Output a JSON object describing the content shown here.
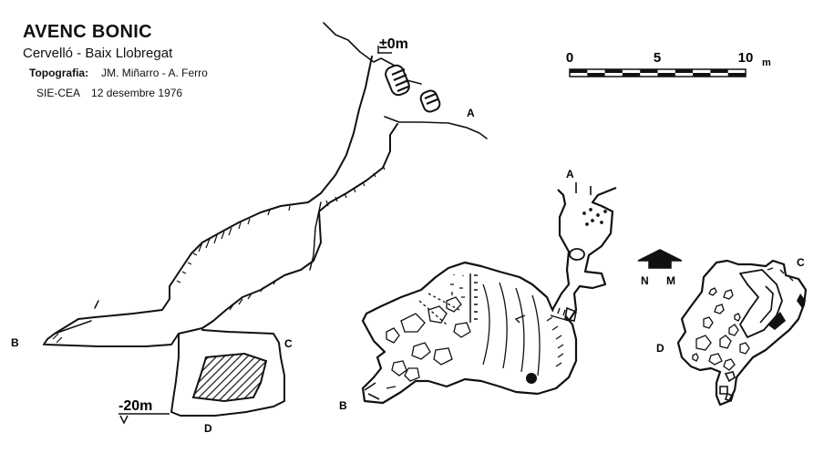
{
  "header": {
    "title": "AVENC BONIC",
    "location": "Cervelló - Baix Llobregat",
    "topography_label": "Topografia:",
    "topography_authors": "JM. Miñarro - A. Ferro",
    "group": "SIE-CEA",
    "date": "12 desembre 1976"
  },
  "scale_bar": {
    "ticks": [
      "0",
      "5",
      "10"
    ],
    "unit": "m"
  },
  "section_view": {
    "depth_top": "±0m",
    "depth_bottom": "-20m",
    "labels": {
      "a": "A",
      "b": "B",
      "c": "C",
      "d": "D"
    }
  },
  "plan_view": {
    "labels": {
      "a": "A",
      "b": "B"
    }
  },
  "plan_view_2": {
    "labels": {
      "c": "C",
      "d": "D"
    }
  },
  "north_arrow": {
    "label_n": "N",
    "label_m": "M"
  }
}
